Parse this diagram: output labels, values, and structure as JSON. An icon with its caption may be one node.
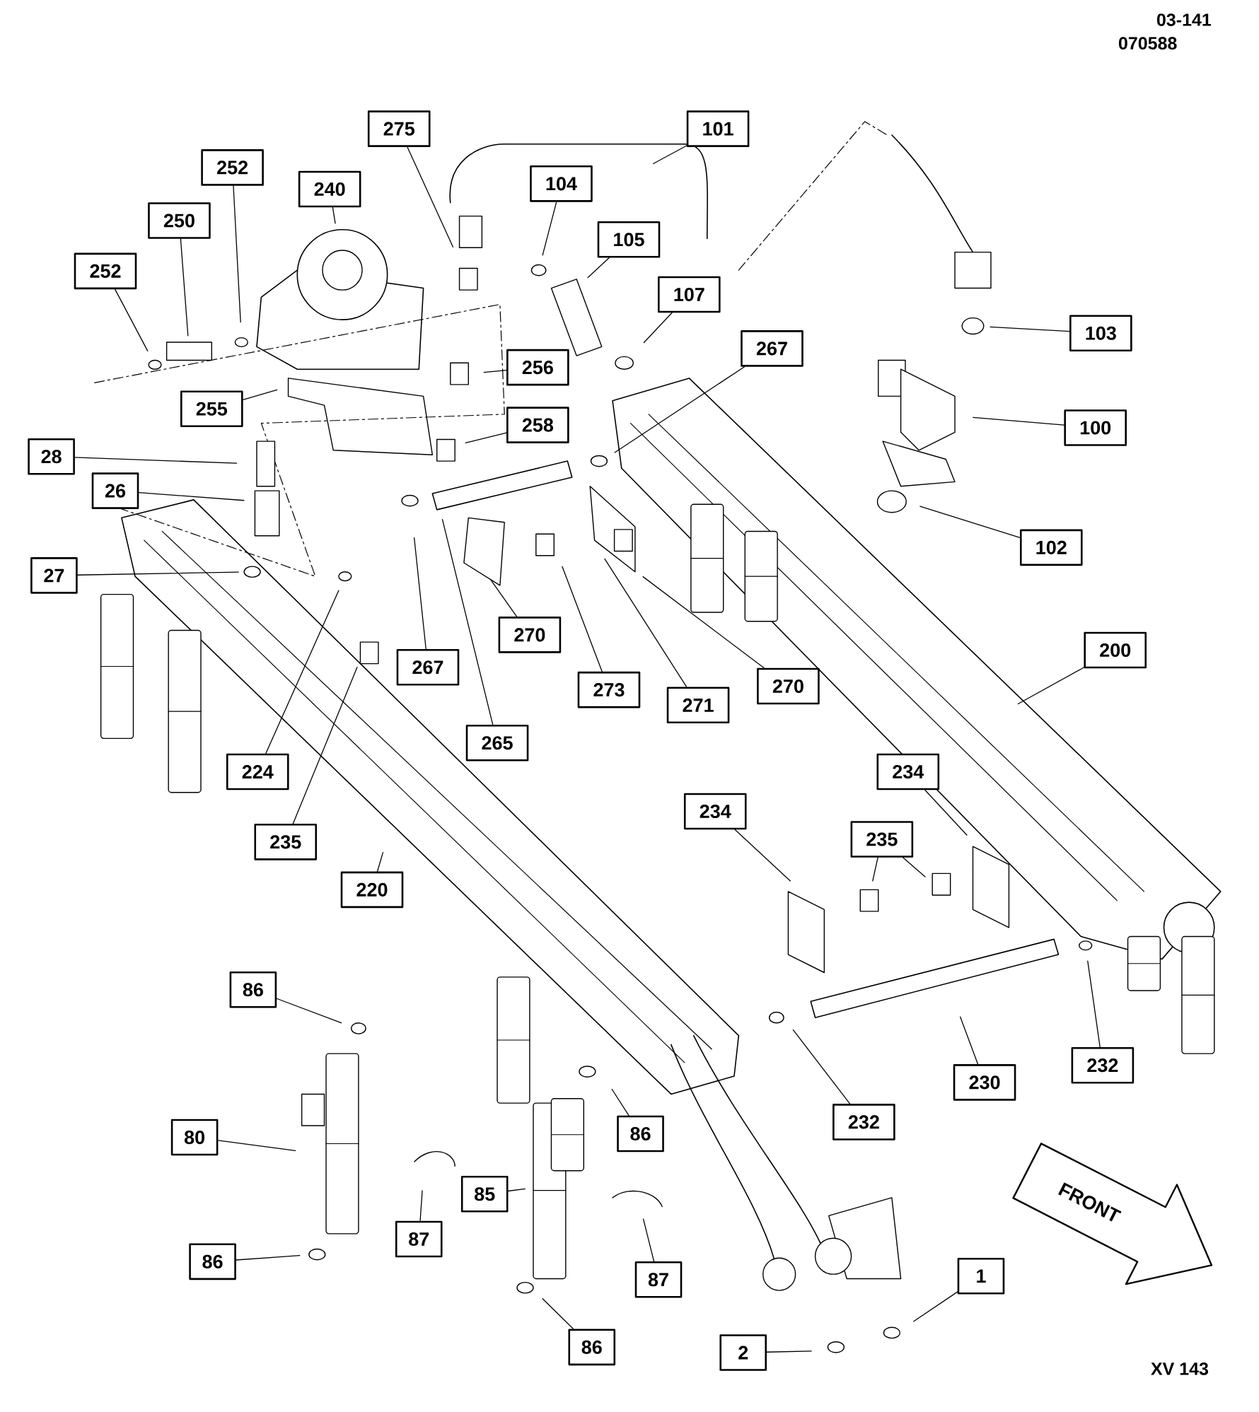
{
  "diagram": {
    "nodes": [
      {
        "text": [
          "275"
        ]
      },
      {
        "text": [
          "101"
        ]
      },
      {
        "text": [
          "104"
        ]
      },
      {
        "text": [
          "252"
        ]
      },
      {
        "text": [
          "240"
        ]
      },
      {
        "text": [
          "250"
        ]
      },
      {
        "text": [
          "105"
        ]
      },
      {
        "text": [
          "252"
        ]
      },
      {
        "text": [
          "107"
        ]
      },
      {
        "text": [
          "267"
        ]
      },
      {
        "text": [
          "103"
        ]
      },
      {
        "text": [
          "256"
        ]
      },
      {
        "text": [
          "255"
        ]
      },
      {
        "text": [
          "258"
        ]
      },
      {
        "text": [
          "100"
        ]
      },
      {
        "text": [
          "28"
        ]
      },
      {
        "text": [
          "26"
        ]
      },
      {
        "text": [
          "102"
        ]
      },
      {
        "text": [
          "27"
        ]
      },
      {
        "text": [
          "270"
        ]
      },
      {
        "text": [
          "200"
        ]
      },
      {
        "text": [
          "267"
        ]
      },
      {
        "text": [
          "273"
        ]
      },
      {
        "text": [
          "270"
        ]
      },
      {
        "text": [
          "271"
        ]
      },
      {
        "text": [
          "265"
        ]
      },
      {
        "text": [
          "224"
        ]
      },
      {
        "text": [
          "234"
        ]
      },
      {
        "text": [
          "234"
        ]
      },
      {
        "text": [
          "235"
        ]
      },
      {
        "text": [
          "235"
        ]
      },
      {
        "text": [
          "220"
        ]
      },
      {
        "text": [
          "86"
        ]
      },
      {
        "text": [
          "232"
        ]
      },
      {
        "text": [
          "230"
        ]
      },
      {
        "text": [
          "232"
        ]
      },
      {
        "text": [
          "86"
        ]
      },
      {
        "text": [
          "80"
        ]
      },
      {
        "text": [
          "85"
        ]
      },
      {
        "text": [
          "87"
        ]
      },
      {
        "text": [
          "86"
        ]
      },
      {
        "text": [
          "87"
        ]
      },
      {
        "text": [
          "1"
        ]
      },
      {
        "text": [
          "86"
        ]
      },
      {
        "text": [
          "2"
        ]
      },
      {
        "text": [
          "FRONT"
        ]
      }
    ],
    "edges": [
      {
        "from": 0,
        "to": null,
        "arrow": "none"
      },
      {
        "from": 1,
        "to": null,
        "arrow": "none"
      },
      {
        "from": 2,
        "to": null,
        "arrow": "none"
      },
      {
        "from": 3,
        "to": null,
        "arrow": "none"
      },
      {
        "from": 4,
        "to": null,
        "arrow": "none"
      },
      {
        "from": 5,
        "to": null,
        "arrow": "none"
      },
      {
        "from": 6,
        "to": null,
        "arrow": "none"
      },
      {
        "from": 7,
        "to": null,
        "arrow": "none"
      },
      {
        "from": 8,
        "to": null,
        "arrow": "none"
      },
      {
        "from": 9,
        "to": null,
        "arrow": "none"
      },
      {
        "from": 10,
        "to": null,
        "arrow": "none"
      },
      {
        "from": 11,
        "to": null,
        "arrow": "none"
      },
      {
        "from": 12,
        "to": null,
        "arrow": "none"
      },
      {
        "from": 13,
        "to": null,
        "arrow": "none"
      },
      {
        "from": 14,
        "to": null,
        "arrow": "none"
      },
      {
        "from": 15,
        "to": null,
        "arrow": "none"
      },
      {
        "from": 16,
        "to": null,
        "arrow": "none"
      },
      {
        "from": 17,
        "to": null,
        "arrow": "none"
      },
      {
        "from": 18,
        "to": null,
        "arrow": "none"
      },
      {
        "from": 19,
        "to": null,
        "arrow": "none"
      },
      {
        "from": 20,
        "to": null,
        "arrow": "none"
      },
      {
        "from": 21,
        "to": null,
        "arrow": "none"
      },
      {
        "from": 22,
        "to": null,
        "arrow": "none"
      },
      {
        "from": 23,
        "to": null,
        "arrow": "none"
      },
      {
        "from": 24,
        "to": null,
        "arrow": "none"
      },
      {
        "from": 25,
        "to": null,
        "arrow": "none"
      },
      {
        "from": 26,
        "to": null,
        "arrow": "none"
      },
      {
        "from": 27,
        "to": null,
        "arrow": "none"
      },
      {
        "from": 28,
        "to": null,
        "arrow": "none"
      },
      {
        "from": 29,
        "to": null,
        "arrow": "none"
      },
      {
        "from": 30,
        "to": null,
        "arrow": "none"
      },
      {
        "from": 30,
        "to": null,
        "arrow": "none"
      },
      {
        "from": 31,
        "to": null,
        "arrow": "none"
      },
      {
        "from": 32,
        "to": null,
        "arrow": "none"
      },
      {
        "from": 33,
        "to": null,
        "arrow": "none"
      },
      {
        "from": 34,
        "to": null,
        "arrow": "none"
      },
      {
        "from": 35,
        "to": null,
        "arrow": "none"
      },
      {
        "from": 36,
        "to": null,
        "arrow": "none"
      },
      {
        "from": 37,
        "to": null,
        "arrow": "none"
      },
      {
        "from": 38,
        "to": null,
        "arrow": "none"
      },
      {
        "from": 39,
        "to": null,
        "arrow": "none"
      },
      {
        "from": 40,
        "to": null,
        "arrow": "none"
      },
      {
        "from": 41,
        "to": null,
        "arrow": "none"
      },
      {
        "from": 42,
        "to": null,
        "arrow": "none"
      },
      {
        "from": 43,
        "to": null,
        "arrow": "none"
      },
      {
        "from": 44,
        "to": null,
        "arrow": "none"
      }
    ],
    "labels": [
      "03-141",
      "070588",
      "XV 143"
    ]
  }
}
